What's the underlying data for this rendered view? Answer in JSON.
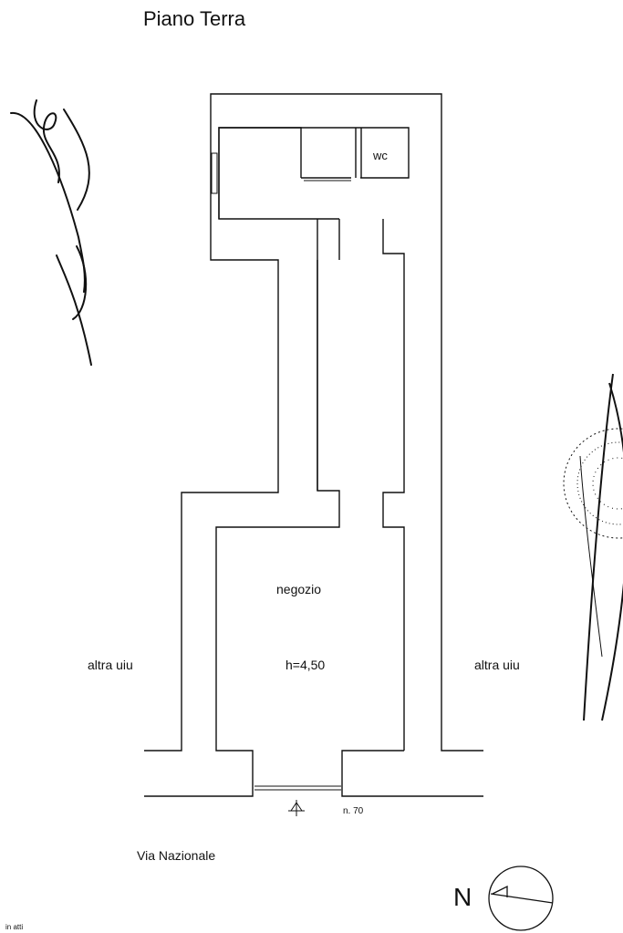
{
  "plan": {
    "title": "Piano Terra",
    "rooms": {
      "wc": "wc",
      "shop": "negozio",
      "height": "h=4,50"
    },
    "neighbors": {
      "left": "altra uiu",
      "right": "altra uiu"
    },
    "civic_number": "n. 70",
    "street": "Via Nazionale",
    "north": "N",
    "corner_note": "in atti"
  },
  "colors": {
    "ink": "#111111",
    "background": "#ffffff"
  },
  "icons": {
    "entrance": "entrance-arrow-icon",
    "compass": "north-compass-icon",
    "signature": "handwritten-signature",
    "stamp": "circular-stamp"
  }
}
